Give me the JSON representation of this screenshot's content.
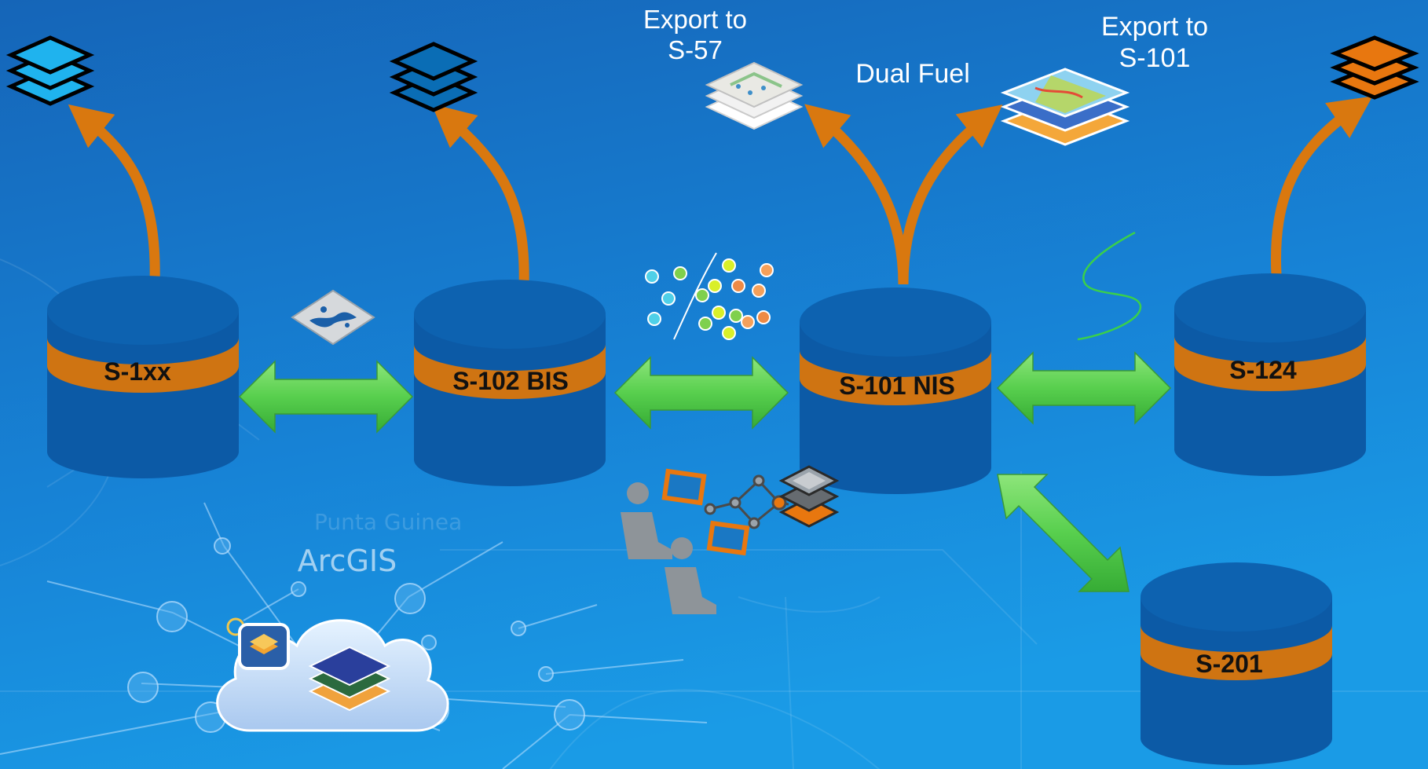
{
  "colors": {
    "background_top": "#1565b8",
    "background_bottom": "#1a9be6",
    "database_body": "#0c5aa6",
    "database_top": "#0d62b0",
    "database_band": "#cf7412",
    "export_arrow": "#d9780f",
    "sync_arrow": "#5fd35a",
    "layers_light": "#1fb3ee",
    "layers_dark": "#0a6db5",
    "layers_orange": "#e8770f"
  },
  "databases": [
    {
      "id": "s1xx",
      "label": "S-1xx"
    },
    {
      "id": "s102",
      "label": "S-102 BIS"
    },
    {
      "id": "s101",
      "label": "S-101 NIS"
    },
    {
      "id": "s124",
      "label": "S-124"
    },
    {
      "id": "s201",
      "label": "S-201"
    }
  ],
  "labels": {
    "export_s57": "Export to\nS-57",
    "dual_fuel": "Dual Fuel",
    "export_s101": "Export to\nS-101",
    "arcgis": "ArcGIS"
  },
  "background_text": {
    "place_name": "Punta Guinea"
  },
  "icons": {
    "layers_s1xx": "layers-stack-icon",
    "layers_s102": "layers-stack-icon",
    "layers_s124": "layers-stack-icon",
    "s57_chart": "chart-layers-icon",
    "s101_chart": "chart-layers-icon",
    "bathymetry": "bathymetry-tile-icon",
    "points": "point-cloud-icon",
    "survey_line": "survey-line-icon",
    "workstations": "users-workstation-icon",
    "network": "network-graph-icon",
    "server": "server-stack-icon",
    "cloud": "cloud-icon"
  }
}
